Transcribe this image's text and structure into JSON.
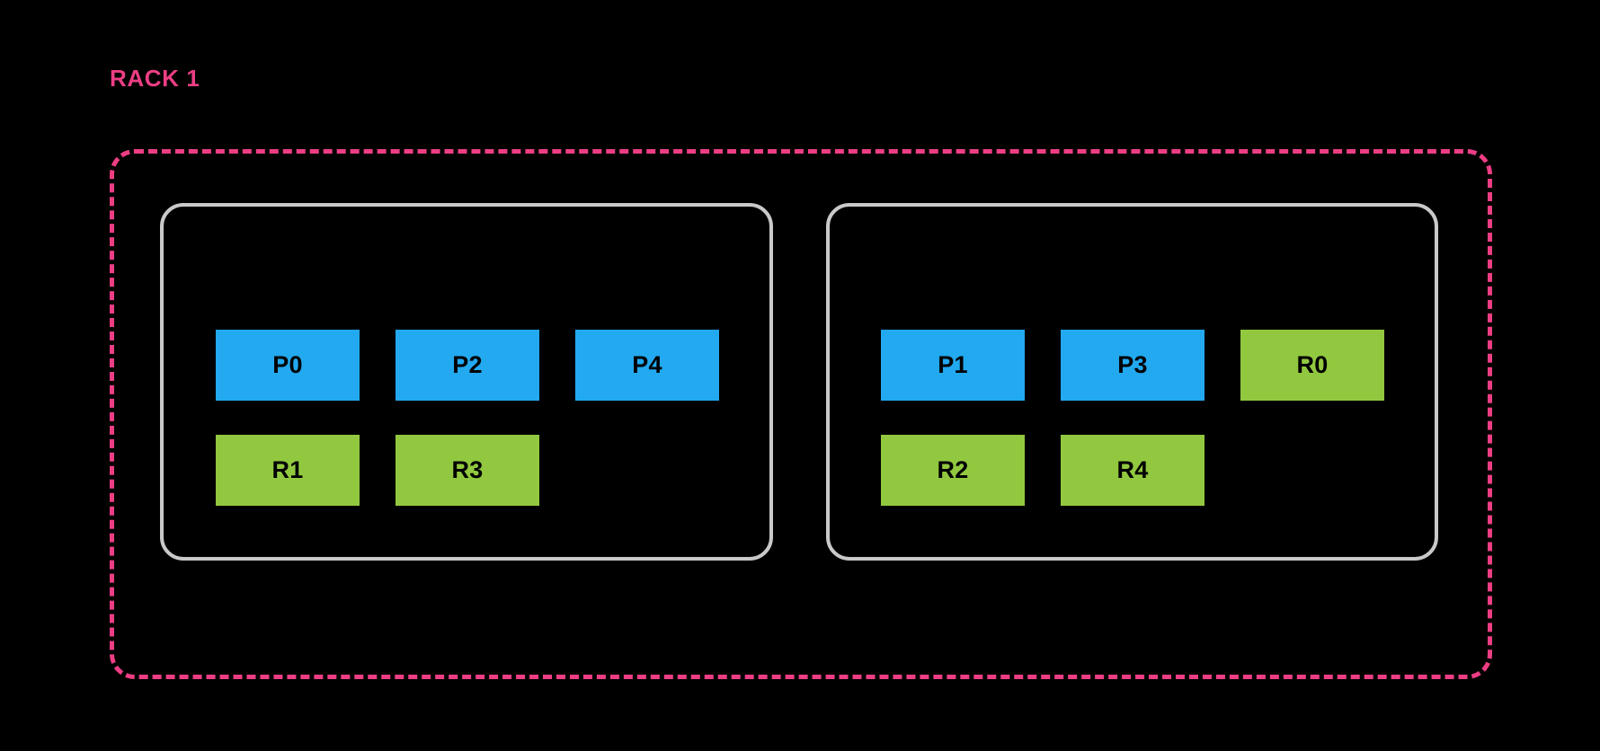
{
  "diagram": {
    "type": "rack-node-placement",
    "background_color": "#000000",
    "rack": {
      "label": "RACK 1",
      "label_color": "#ED3E84",
      "border_color": "#ED3E84",
      "border_style": "dashed"
    },
    "legend_colors": {
      "primary": "#22A9F0",
      "replica": "#92C83F",
      "node_border": "#C9C9C9"
    },
    "nodes": [
      {
        "name": "node-0",
        "rows": [
          {
            "name": "primary-row",
            "items": [
              {
                "label": "P0",
                "kind": "primary"
              },
              {
                "label": "P2",
                "kind": "primary"
              },
              {
                "label": "P4",
                "kind": "primary"
              }
            ]
          },
          {
            "name": "replica-row",
            "items": [
              {
                "label": "R1",
                "kind": "replica"
              },
              {
                "label": "R3",
                "kind": "replica"
              }
            ]
          }
        ]
      },
      {
        "name": "node-1",
        "rows": [
          {
            "name": "primary-row",
            "items": [
              {
                "label": "P1",
                "kind": "primary"
              },
              {
                "label": "P3",
                "kind": "primary"
              },
              {
                "label": "R0",
                "kind": "replica"
              }
            ]
          },
          {
            "name": "replica-row",
            "items": [
              {
                "label": "R2",
                "kind": "replica"
              },
              {
                "label": "R4",
                "kind": "replica"
              }
            ]
          }
        ]
      }
    ]
  }
}
